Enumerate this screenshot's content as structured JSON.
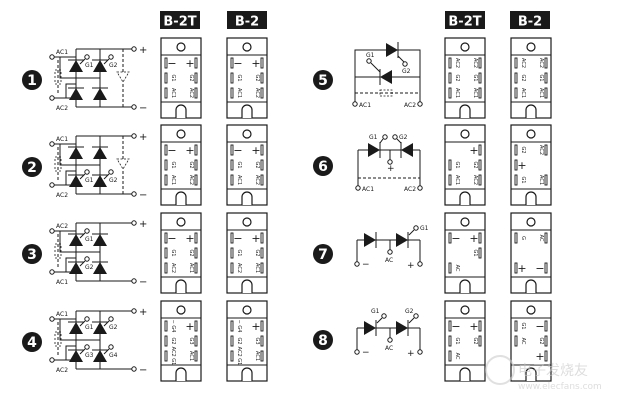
{
  "headers": {
    "b2t": "B-2T",
    "b2": "B-2"
  },
  "colors": {
    "ink": "#1a1a1a",
    "header_bg": "#1a1a1a",
    "header_text": "#ffffff",
    "watermark": "#c8c8c8"
  },
  "circuits": [
    {
      "number": "1",
      "type": "bridge",
      "ac_top": "AC1",
      "ac_bottom": "AC2",
      "plus": "+",
      "minus": "−",
      "gates": {
        "ul": "G1",
        "ur": "G2"
      },
      "dashed_diode": true,
      "b2t": [
        [
          "−",
          "+"
        ],
        [
          "G1",
          "G2"
        ],
        [
          "AC1",
          "AC2"
        ]
      ],
      "b2": [
        [
          "−",
          "+"
        ],
        [
          "G1",
          "G2"
        ],
        [
          "AC1",
          "AC2"
        ]
      ]
    },
    {
      "number": "2",
      "type": "bridge",
      "ac_top": "AC1",
      "ac_bottom": "AC2",
      "plus": "+",
      "minus": "−",
      "gates": {
        "ll": "G1",
        "lr": "G2"
      },
      "dashed_diode": true,
      "b2t": [
        [
          "−",
          "+"
        ],
        [
          "G1",
          "G2"
        ],
        [
          "AC1",
          "AC2"
        ]
      ],
      "b2": [
        [
          "−",
          "+"
        ],
        [
          "G1",
          "G2"
        ],
        [
          "AC1",
          "AC2"
        ]
      ]
    },
    {
      "number": "3",
      "type": "bridge",
      "ac_top": "AC2",
      "ac_bottom": "AC1",
      "plus": "+",
      "minus": "−",
      "gates": {
        "ul": "G1",
        "ll": "G2"
      },
      "dashed_diode": false,
      "b2t": [
        [
          "−",
          "+"
        ],
        [
          "G1",
          "G2"
        ],
        [
          "AC2",
          "AC1"
        ]
      ],
      "b2": [
        [
          "−",
          "+"
        ],
        [
          "G1",
          "G2"
        ],
        [
          "AC2",
          "AC1"
        ]
      ]
    },
    {
      "number": "4",
      "type": "bridge",
      "ac_top": "AC1",
      "ac_bottom": "AC2",
      "plus": "+",
      "minus": "−",
      "gates": {
        "ul": "G1",
        "ur": "G2",
        "ll": "G3",
        "lr": "G4"
      },
      "dashed_diode": false,
      "b2t": [
        [
          "− G4",
          "+"
        ],
        [
          "G2",
          "G3"
        ],
        [
          "AC2 G1",
          "AC1"
        ]
      ],
      "b2": [
        [
          "− G4",
          "+"
        ],
        [
          "G2",
          "G3"
        ],
        [
          "AC2 G1",
          "AC1"
        ]
      ]
    },
    {
      "number": "5",
      "type": "antiparallel",
      "ac1": "AC1",
      "ac2": "AC2",
      "g1": "G1",
      "g2": "G2",
      "b2t": [
        [
          "AC2",
          "AC2"
        ],
        [
          "G2",
          "G1"
        ],
        [
          "AC1",
          "AC1"
        ]
      ],
      "b2": [
        [
          "AC2",
          "AC2"
        ],
        [
          "G2",
          "G1"
        ],
        [
          "AC1",
          "AC1"
        ]
      ]
    },
    {
      "number": "6",
      "type": "common-cathode",
      "ac1": "AC1",
      "ac2": "AC2",
      "g1": "G1",
      "g2": "G2",
      "plus": "+",
      "b2t": [
        [
          "",
          "+"
        ],
        [
          "G1",
          "G2"
        ],
        [
          "AC1",
          "AC2"
        ]
      ],
      "b2": [
        [
          "G2",
          "AC2"
        ],
        [
          "+",
          ""
        ],
        [
          "G1",
          "AC1"
        ]
      ]
    },
    {
      "number": "7",
      "type": "half",
      "ac": "AC",
      "g1": "G1",
      "g2": "",
      "plus": "+",
      "minus": "−",
      "b2t": [
        [
          "−",
          "+"
        ],
        [
          "",
          "G1"
        ],
        [
          "AC",
          ""
        ]
      ],
      "b2": [
        [
          "G",
          "AC"
        ],
        [
          "",
          ""
        ],
        [
          "+",
          "−"
        ]
      ]
    },
    {
      "number": "8",
      "type": "half",
      "ac": "AC",
      "g1": "G1",
      "g2": "G2",
      "plus": "+",
      "minus": "−",
      "b2t": [
        [
          "−",
          "+"
        ],
        [
          "G1",
          "G2"
        ],
        [
          "AC",
          ""
        ]
      ],
      "b2": [
        [
          "G1",
          "−"
        ],
        [
          "AC",
          "G2"
        ],
        [
          "",
          "+"
        ]
      ]
    }
  ],
  "watermark": {
    "cn": "电子发烧友",
    "url": "www.elecfans.com"
  }
}
